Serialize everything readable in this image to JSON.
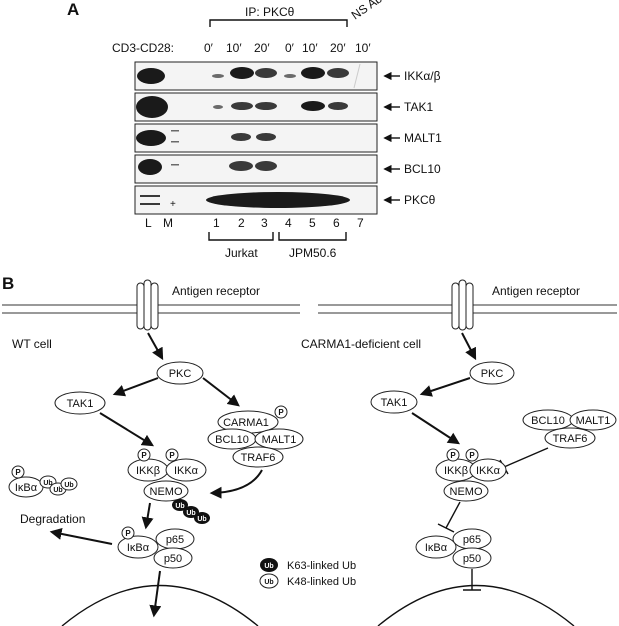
{
  "panel_a": {
    "letter": "A",
    "ip_label": "IP: PKCθ",
    "ns_ab_label": "NS Ab",
    "stim_label": "CD3-CD28:",
    "time_labels": [
      "0′",
      "10′",
      "20′",
      "0′",
      "10′",
      "20′",
      "10′"
    ],
    "blot_labels": [
      "IKKα/β",
      "TAK1",
      "MALT1",
      "BCL10",
      "PKCθ"
    ],
    "marker_lanes": [
      "L",
      "M"
    ],
    "lane_numbers": [
      "1",
      "2",
      "3",
      "4",
      "5",
      "6",
      "7"
    ],
    "cell_lines": [
      "Jurkat",
      "JPM50.6"
    ]
  },
  "panel_b": {
    "letter": "B",
    "left": {
      "receptor": "Antigen receptor",
      "cell_type": "WT cell",
      "pkc": "PKC",
      "tak1": "TAK1",
      "carma1": "CARMA1",
      "bcl10": "BCL10",
      "malt1": "MALT1",
      "traf6": "TRAF6",
      "ikkb": "IKKβ",
      "ikka": "IKKα",
      "nemo": "NEMO",
      "ikba_deg": "IκBα",
      "degradation": "Degradation",
      "ikba": "IκBα",
      "p65": "p65",
      "p50": "p50"
    },
    "right": {
      "receptor": "Antigen receptor",
      "cell_type": "CARMA1-deficient cell",
      "pkc": "PKC",
      "tak1": "TAK1",
      "bcl10": "BCL10",
      "malt1": "MALT1",
      "traf6": "TRAF6",
      "ikkb": "IKKβ",
      "ikka": "IKKα",
      "nemo": "NEMO",
      "ikba": "IκBα",
      "p65": "p65",
      "p50": "p50"
    },
    "phospho": "P",
    "ub": "Ub",
    "legend": [
      {
        "label": "K63-linked Ub",
        "style": "black"
      },
      {
        "label": "K48-linked Ub",
        "style": "white"
      }
    ]
  }
}
